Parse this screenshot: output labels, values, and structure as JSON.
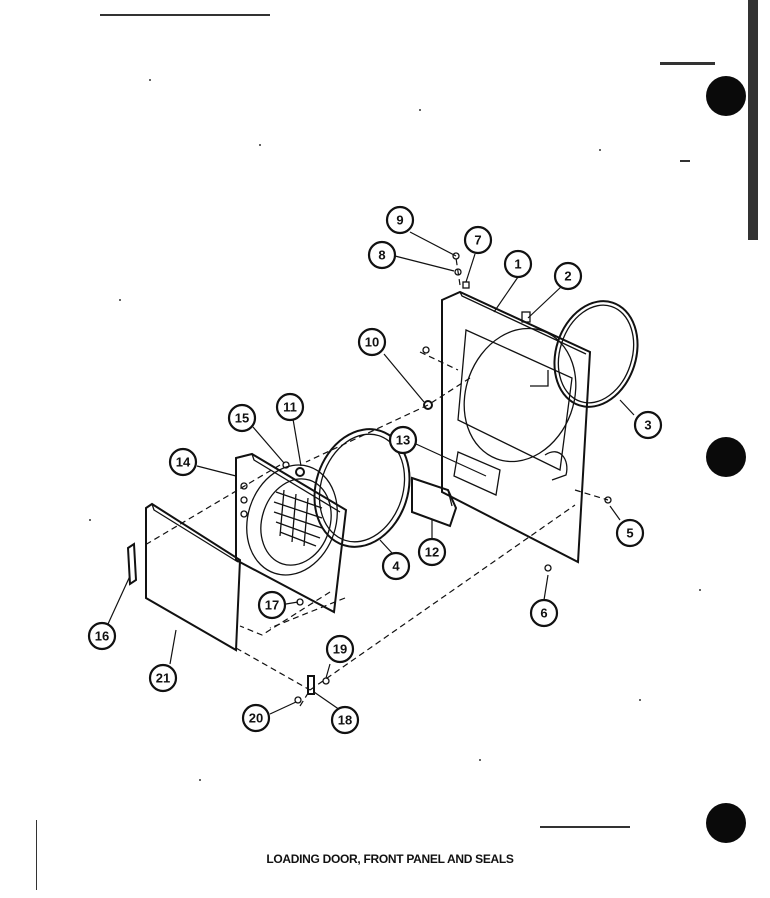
{
  "title": "LOADING DOOR, FRONT PANEL AND SEALS",
  "callouts": [
    {
      "num": "1"
    },
    {
      "num": "2"
    },
    {
      "num": "3"
    },
    {
      "num": "4"
    },
    {
      "num": "5"
    },
    {
      "num": "6"
    },
    {
      "num": "7"
    },
    {
      "num": "8"
    },
    {
      "num": "9"
    },
    {
      "num": "10"
    },
    {
      "num": "11"
    },
    {
      "num": "12"
    },
    {
      "num": "13"
    },
    {
      "num": "14"
    },
    {
      "num": "15"
    },
    {
      "num": "16"
    },
    {
      "num": "17"
    },
    {
      "num": "18"
    },
    {
      "num": "19"
    },
    {
      "num": "20"
    },
    {
      "num": "21"
    }
  ]
}
